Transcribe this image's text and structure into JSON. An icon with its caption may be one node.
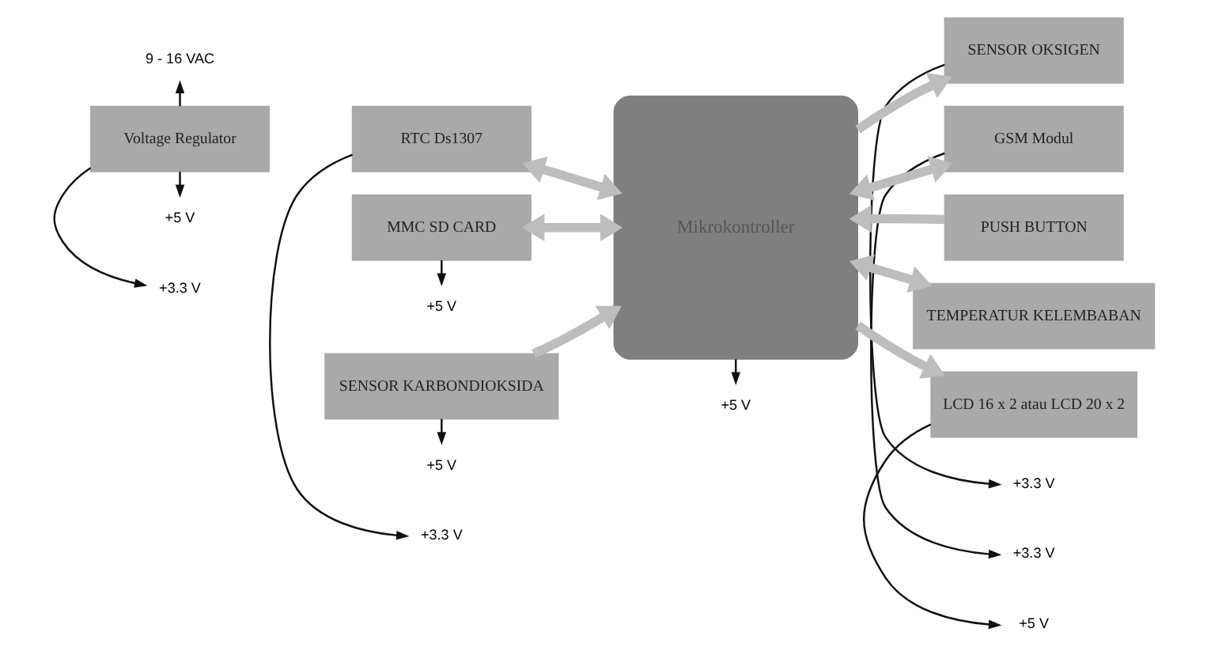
{
  "diagram": {
    "nodes": [
      {
        "text": [
          "9 - 16 VAC"
        ]
      },
      {
        "text": [
          "Voltage Regulator"
        ]
      },
      {
        "text": [
          "+5 V"
        ]
      },
      {
        "text": [
          "+3.3 V"
        ]
      },
      {
        "text": [
          "SENSOR OKSIGEN"
        ]
      },
      {
        "text": [
          "+3.3 V"
        ]
      },
      {
        "text": [
          "+5 V"
        ]
      },
      {
        "text": [
          "+3.3 V"
        ]
      },
      {
        "text": [
          "RTC Ds1307"
        ]
      },
      {
        "text": [
          "GSM Modul"
        ]
      },
      {
        "text": [
          "+3.3 V"
        ]
      },
      {
        "text": [
          "Mikrokontroller"
        ]
      },
      {
        "text": [
          "+5 V"
        ]
      },
      {
        "text": [
          "MMC SD CARD"
        ]
      },
      {
        "text": [
          "PUSH BUTTON"
        ]
      },
      {
        "text": [
          "+5 V"
        ]
      },
      {
        "text": [
          "SENSOR KARBONDIOKSIDA"
        ]
      },
      {
        "text": [
          "TEMPERATUR KELEMBABAN"
        ]
      },
      {
        "text": [
          "LCD 16 x 2 atau LCD 20 x 2"
        ]
      },
      {
        "text": [
          "+5 V"
        ]
      }
    ],
    "edges": [
      {
        "from": 1,
        "to": 0,
        "arrow": "to"
      },
      {
        "from": 1,
        "to": 2,
        "arrow": "to"
      },
      {
        "from": 1,
        "to": 3,
        "arrow": "to"
      },
      {
        "from": 4,
        "to": 5,
        "arrow": "to"
      },
      {
        "from": 11,
        "to": 6,
        "arrow": "to"
      },
      {
        "from": 8,
        "to": 7,
        "arrow": "to"
      },
      {
        "from": 9,
        "to": 10,
        "arrow": "to"
      },
      {
        "from": 13,
        "to": 12,
        "arrow": "to"
      },
      {
        "from": 16,
        "to": 15,
        "arrow": "to"
      },
      {
        "from": 18,
        "to": 19,
        "arrow": "to"
      },
      {
        "from": 11,
        "to": 4,
        "arrow": "to",
        "style": "thick",
        "color": "#bdbdbd"
      },
      {
        "from": 8,
        "to": 11,
        "arrow": "both",
        "style": "thick",
        "color": "#bdbdbd"
      },
      {
        "from": 13,
        "to": 11,
        "arrow": "both",
        "style": "thick",
        "color": "#bdbdbd"
      },
      {
        "from": 16,
        "to": 11,
        "arrow": "to",
        "style": "thick",
        "color": "#bdbdbd"
      },
      {
        "from": 11,
        "to": 9,
        "arrow": "both",
        "style": "thick",
        "color": "#bdbdbd"
      },
      {
        "from": 14,
        "to": 11,
        "arrow": "to",
        "style": "thick",
        "color": "#bdbdbd"
      },
      {
        "from": 11,
        "to": 17,
        "arrow": "both",
        "style": "thick",
        "color": "#bdbdbd"
      },
      {
        "from": 11,
        "to": 18,
        "arrow": "to",
        "style": "thick",
        "color": "#bdbdbd"
      }
    ]
  }
}
